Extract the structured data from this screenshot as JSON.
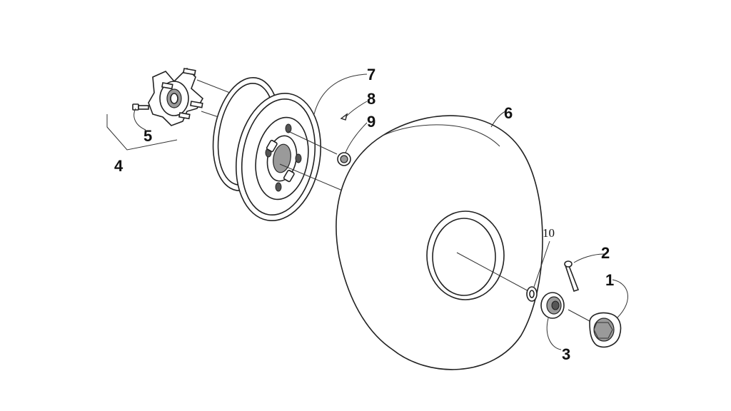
{
  "diagram": {
    "callouts": [
      {
        "id": "1",
        "label": "1"
      },
      {
        "id": "2",
        "label": "2"
      },
      {
        "id": "3",
        "label": "3"
      },
      {
        "id": "4",
        "label": "4"
      },
      {
        "id": "5",
        "label": "5"
      },
      {
        "id": "6",
        "label": "6"
      },
      {
        "id": "7",
        "label": "7"
      },
      {
        "id": "8",
        "label": "8"
      },
      {
        "id": "9",
        "label": "9"
      },
      {
        "id": "10",
        "label": "10"
      }
    ],
    "parts": [
      "hub",
      "wheel-stud",
      "rim",
      "valve-stem",
      "lug-nut",
      "tire",
      "washer",
      "axle-nut",
      "cotter-pin",
      "hub-cap"
    ]
  }
}
